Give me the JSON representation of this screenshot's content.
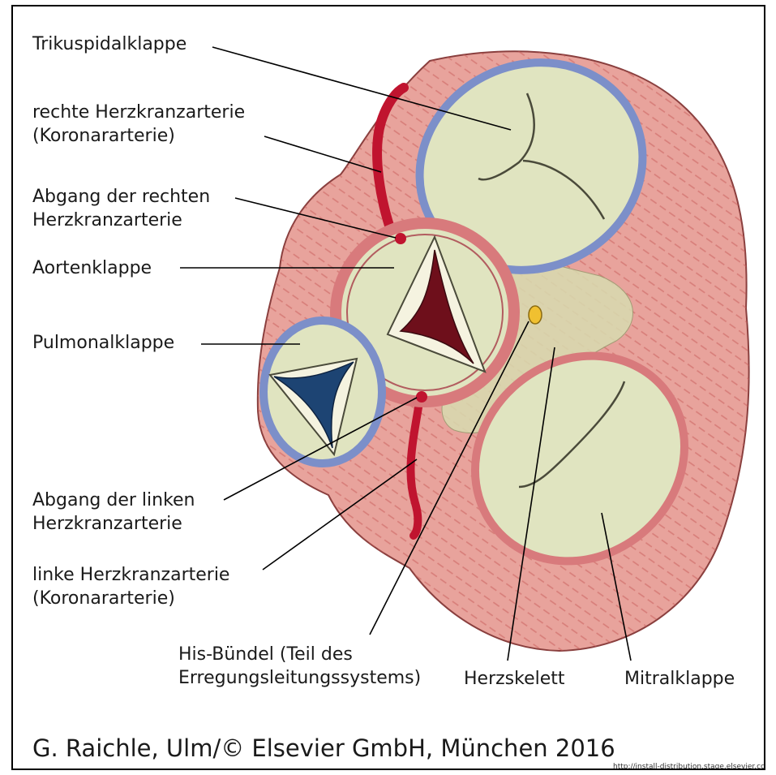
{
  "colors": {
    "tissue": "#e8a39c",
    "tissue_dark": "#c85d5a",
    "tissue_stroke": "#8a3f3e",
    "leaflet": "#e0e4c0",
    "leaflet_edge": "#4a4a3a",
    "ring_blue": "#7c8fc9",
    "ring_red": "#d87a7c",
    "artery": "#c0142f",
    "aortic_center": "#6e0f1b",
    "pulmonary_center": "#1d4473",
    "his_bundle": "#f0c030",
    "skeleton": "#d8dcb0"
  },
  "labels": {
    "trikuspidal": [
      "Trikuspidalklappe"
    ],
    "rechte_herzkranzarterie": [
      "rechte Herzkranzarterie",
      "(Koronararterie)"
    ],
    "abgang_rechte": [
      "Abgang der rechten",
      "Herzkranzarterie"
    ],
    "aortenklappe": [
      "Aortenklappe"
    ],
    "pulmonalklappe": [
      "Pulmonalklappe"
    ],
    "abgang_linke": [
      "Abgang der linken",
      "Herzkranzarterie"
    ],
    "linke_herzkranzarterie": [
      "linke Herzkranzarterie",
      "(Koronararterie)"
    ],
    "his_buendel": [
      "His-Bündel (Teil des",
      "Erregungsleitungssystems)"
    ],
    "herzskelett": [
      "Herzskelett"
    ],
    "mitralklappe": [
      "Mitralklappe"
    ]
  },
  "credit": "G. Raichle, Ulm/© Elsevier GmbH, München 2016",
  "url": "http://install-distribution.stage.elsevier.cc"
}
